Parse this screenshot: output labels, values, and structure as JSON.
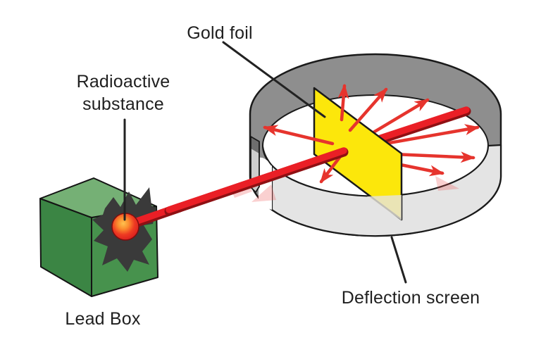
{
  "labels": {
    "gold_foil": "Gold foil",
    "radioactive_line1": "Radioactive",
    "radioactive_line2": "substance",
    "lead_box": "Lead Box",
    "deflection_screen": "Deflection screen"
  },
  "colors": {
    "beam_red": "#ea1f26",
    "beam_dark": "#8f1013",
    "arrow_red": "#e6342d",
    "foil_yellow": "#fce70b",
    "band_gray": "#8e8e8e",
    "wall_gray": "#e4e4e4",
    "floor_white": "#ffffff",
    "box_top_green": "#75b075",
    "box_left_green": "#3b8544",
    "box_front_green": "#47924d",
    "blob_dark": "#3a3a3a",
    "outline": "#1a1a1a",
    "text": "#1f1f1f",
    "source_glow": "#ffc24f",
    "source_red": "#d81e1f"
  }
}
